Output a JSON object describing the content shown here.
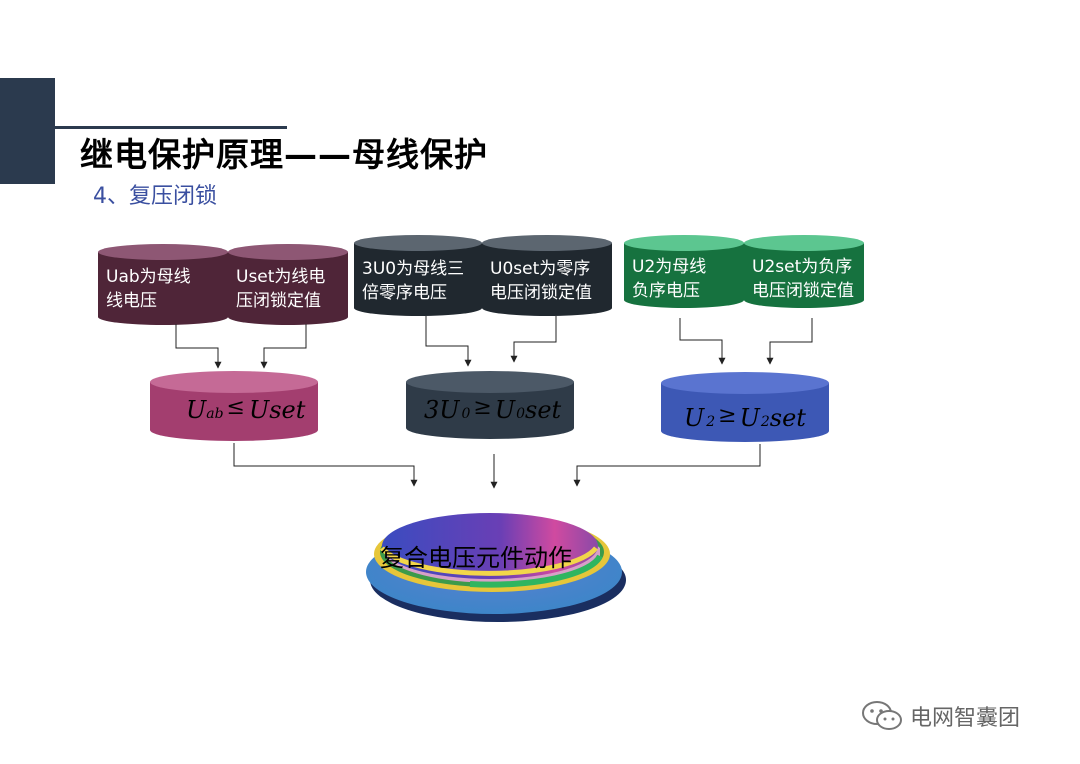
{
  "title": "继电保护原理——母线保护",
  "subtitle": "4、复压闭锁",
  "groups": [
    {
      "inputs": [
        {
          "line1": "Uab为母线",
          "line2": "线电压"
        },
        {
          "line1": "Uset为线电",
          "line2": "压闭锁定值"
        }
      ],
      "condition": {
        "lhs": "U",
        "lhs_sub": "ab",
        "op": "≤",
        "rhs": "Uset",
        "rhs_sub": ""
      },
      "colors": {
        "input_side": "#4f2538",
        "input_top": "#8e5774",
        "cond_side": "#a33e6f",
        "cond_top": "#c56a96"
      }
    },
    {
      "inputs": [
        {
          "line1": "3U0为母线三",
          "line2": "倍零序电压"
        },
        {
          "line1": "U0set为零序",
          "line2": "电压闭锁定值"
        }
      ],
      "condition": {
        "lhs": "3U",
        "lhs_sub": "0",
        "op": "≥",
        "rhs": "U",
        "rhs_sub": "0",
        "rhs_tail": "set"
      },
      "colors": {
        "input_side": "#20282f",
        "input_top": "#5c6670",
        "cond_side": "#2f3b48",
        "cond_top": "#4c5967"
      }
    },
    {
      "inputs": [
        {
          "line1": "U2为母线",
          "line2": "负序电压"
        },
        {
          "line1": "U2set为负序",
          "line2": "电压闭锁定值"
        }
      ],
      "condition": {
        "lhs": "U",
        "lhs_sub": "2",
        "op": "≥",
        "rhs": "U",
        "rhs_sub": "2",
        "rhs_tail": "set"
      },
      "colors": {
        "input_side": "#16723f",
        "input_top": "#5cc690",
        "cond_side": "#3d58b5",
        "cond_top": "#5a74d0"
      }
    }
  ],
  "output": {
    "label": "复合电压元件动作"
  },
  "watermark": {
    "text": "电网智囊团",
    "icon": "wechat-icon"
  }
}
